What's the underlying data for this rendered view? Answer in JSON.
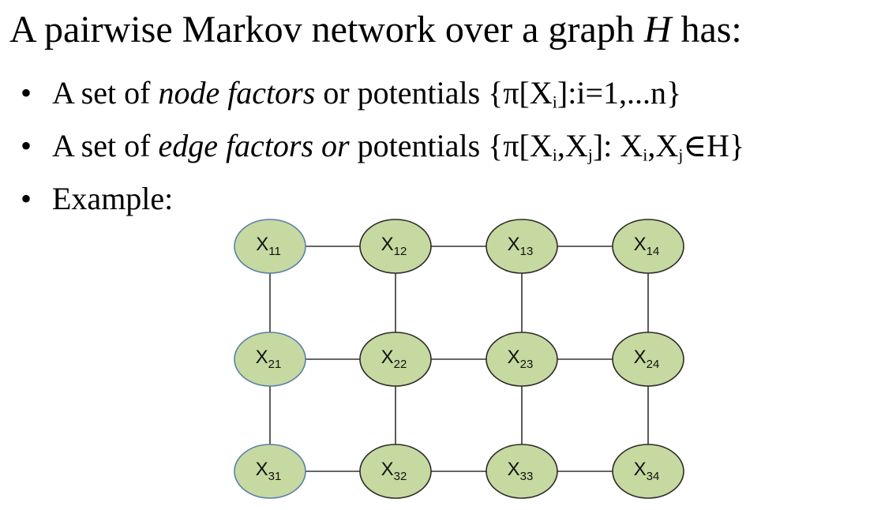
{
  "title": {
    "text_before": "A pairwise Markov network over a graph ",
    "italic": "H",
    "text_after": " has:"
  },
  "bullets": [
    {
      "prefix": "A set of ",
      "italic": "node factors",
      "middle": " or potentials {π[X",
      "sub1": "i",
      "suffix": "]:i=1,...n}"
    },
    {
      "prefix": "A set of ",
      "italic": "edge factors or",
      "middle": " potentials {π[X",
      "sub1": "i",
      "mid2": ",X",
      "sub2": "j",
      "mid3": "]: X",
      "sub3": "i",
      "mid4": ",X",
      "sub4": "j",
      "suffix": "∈H}"
    },
    {
      "text": "Example:"
    }
  ],
  "graph": {
    "nodes": [
      {
        "id": "11",
        "base": "X",
        "sub": "11",
        "row": 0,
        "col": 0
      },
      {
        "id": "12",
        "base": "X",
        "sub": "12",
        "row": 0,
        "col": 1
      },
      {
        "id": "13",
        "base": "X",
        "sub": "13",
        "row": 0,
        "col": 2
      },
      {
        "id": "14",
        "base": "X",
        "sub": "14",
        "row": 0,
        "col": 3
      },
      {
        "id": "21",
        "base": "X",
        "sub": "21",
        "row": 1,
        "col": 0
      },
      {
        "id": "22",
        "base": "X",
        "sub": "22",
        "row": 1,
        "col": 1
      },
      {
        "id": "23",
        "base": "X",
        "sub": "23",
        "row": 1,
        "col": 2
      },
      {
        "id": "24",
        "base": "X",
        "sub": "24",
        "row": 1,
        "col": 3
      },
      {
        "id": "31",
        "base": "X",
        "sub": "31",
        "row": 2,
        "col": 0
      },
      {
        "id": "32",
        "base": "X",
        "sub": "32",
        "row": 2,
        "col": 1
      },
      {
        "id": "33",
        "base": "X",
        "sub": "33",
        "row": 2,
        "col": 2
      },
      {
        "id": "34",
        "base": "X",
        "sub": "34",
        "row": 2,
        "col": 3
      }
    ],
    "edges": [
      [
        "11",
        "12"
      ],
      [
        "12",
        "13"
      ],
      [
        "13",
        "14"
      ],
      [
        "21",
        "22"
      ],
      [
        "22",
        "23"
      ],
      [
        "23",
        "24"
      ],
      [
        "31",
        "32"
      ],
      [
        "32",
        "33"
      ],
      [
        "33",
        "34"
      ],
      [
        "11",
        "21"
      ],
      [
        "21",
        "31"
      ],
      [
        "12",
        "22"
      ],
      [
        "22",
        "32"
      ],
      [
        "13",
        "23"
      ],
      [
        "23",
        "33"
      ],
      [
        "14",
        "24"
      ],
      [
        "24",
        "34"
      ]
    ],
    "colors": {
      "node_fill": "#c6d9a0",
      "first_column_stroke": "#5b7fa8",
      "node_stroke": "#2a2a2a",
      "edge": "#333333"
    }
  }
}
